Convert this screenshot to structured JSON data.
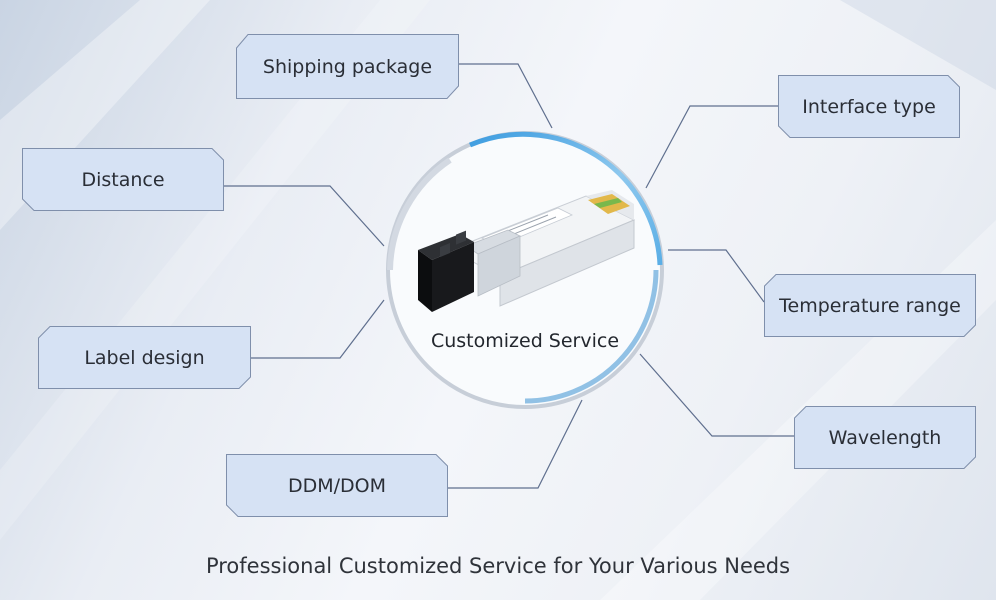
{
  "center": {
    "label": "Customized Service"
  },
  "options": [
    {
      "key": "shipping-package",
      "label": "Shipping package"
    },
    {
      "key": "distance",
      "label": "Distance"
    },
    {
      "key": "label-design",
      "label": "Label design"
    },
    {
      "key": "ddm-dom",
      "label": "DDM/DOM"
    },
    {
      "key": "interface-type",
      "label": "Interface type"
    },
    {
      "key": "temperature-range",
      "label": "Temperature range"
    },
    {
      "key": "wavelength",
      "label": "Wavelength"
    }
  ],
  "caption": "Professional Customized Service for Your Various Needs",
  "colors": {
    "tag_fill": "#d6e2f4",
    "tag_stroke": "#7f8fab",
    "connector": "#5f6f8e",
    "ring_blue": "#5aaee6",
    "ring_gray": "#c7ced8"
  },
  "icons": {
    "product": "sfp-transceiver-module"
  }
}
